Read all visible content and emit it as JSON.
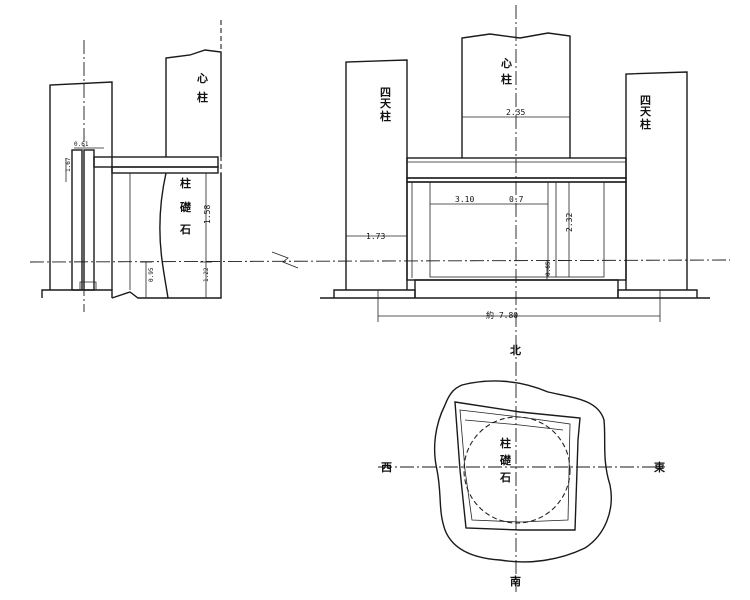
{
  "labels": {
    "left_pillar_center": [
      "心",
      "柱"
    ],
    "left_foundation_stone": [
      "柱",
      "礎",
      "石"
    ],
    "front_pillar_left": [
      "四",
      "天",
      "柱"
    ],
    "front_pillar_center": [
      "心",
      "柱"
    ],
    "front_pillar_right": [
      "四",
      "天",
      "柱"
    ],
    "plan_stone": [
      "柱",
      "礎",
      "石"
    ]
  },
  "directions": {
    "north": "北",
    "south": "南",
    "east": "東",
    "west": "西"
  },
  "dimensions": {
    "left_small_top": "0.61",
    "left_small_side": "1.67",
    "left_height": "1.58",
    "left_lower": "1.22",
    "left_base": "0.95",
    "center_width": "2.35",
    "inner_width": "3.10",
    "inner_gap": "0.7",
    "inner_height": "2.32",
    "pillar_offset": "1.73",
    "base_small": "0.65",
    "overall_width": "約 7.80"
  }
}
